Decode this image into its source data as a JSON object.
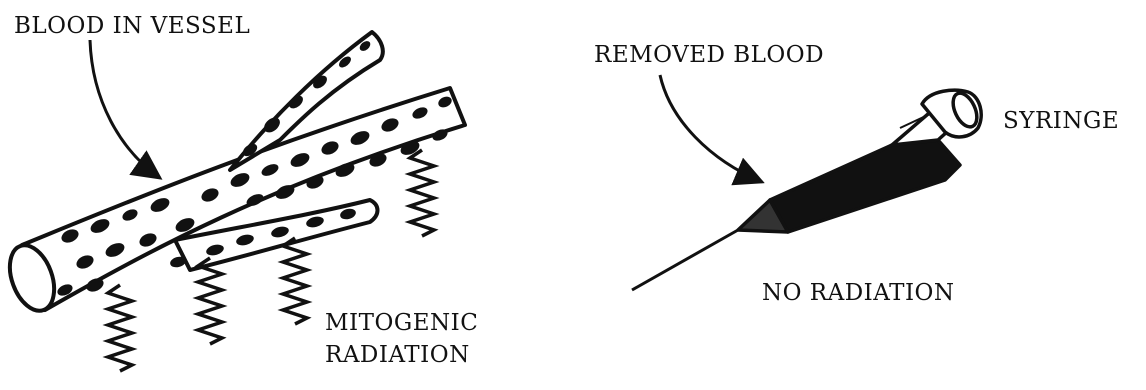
{
  "figure": {
    "left_panel": {
      "vessel_label": "BLOOD IN VESSEL",
      "radiation_label_line1": "MITOGENIC",
      "radiation_label_line2": "RADIATION"
    },
    "right_panel": {
      "blood_label": "REMOVED BLOOD",
      "syringe_label": "SYRINGE",
      "no_radiation_label": "NO RADIATION"
    }
  }
}
